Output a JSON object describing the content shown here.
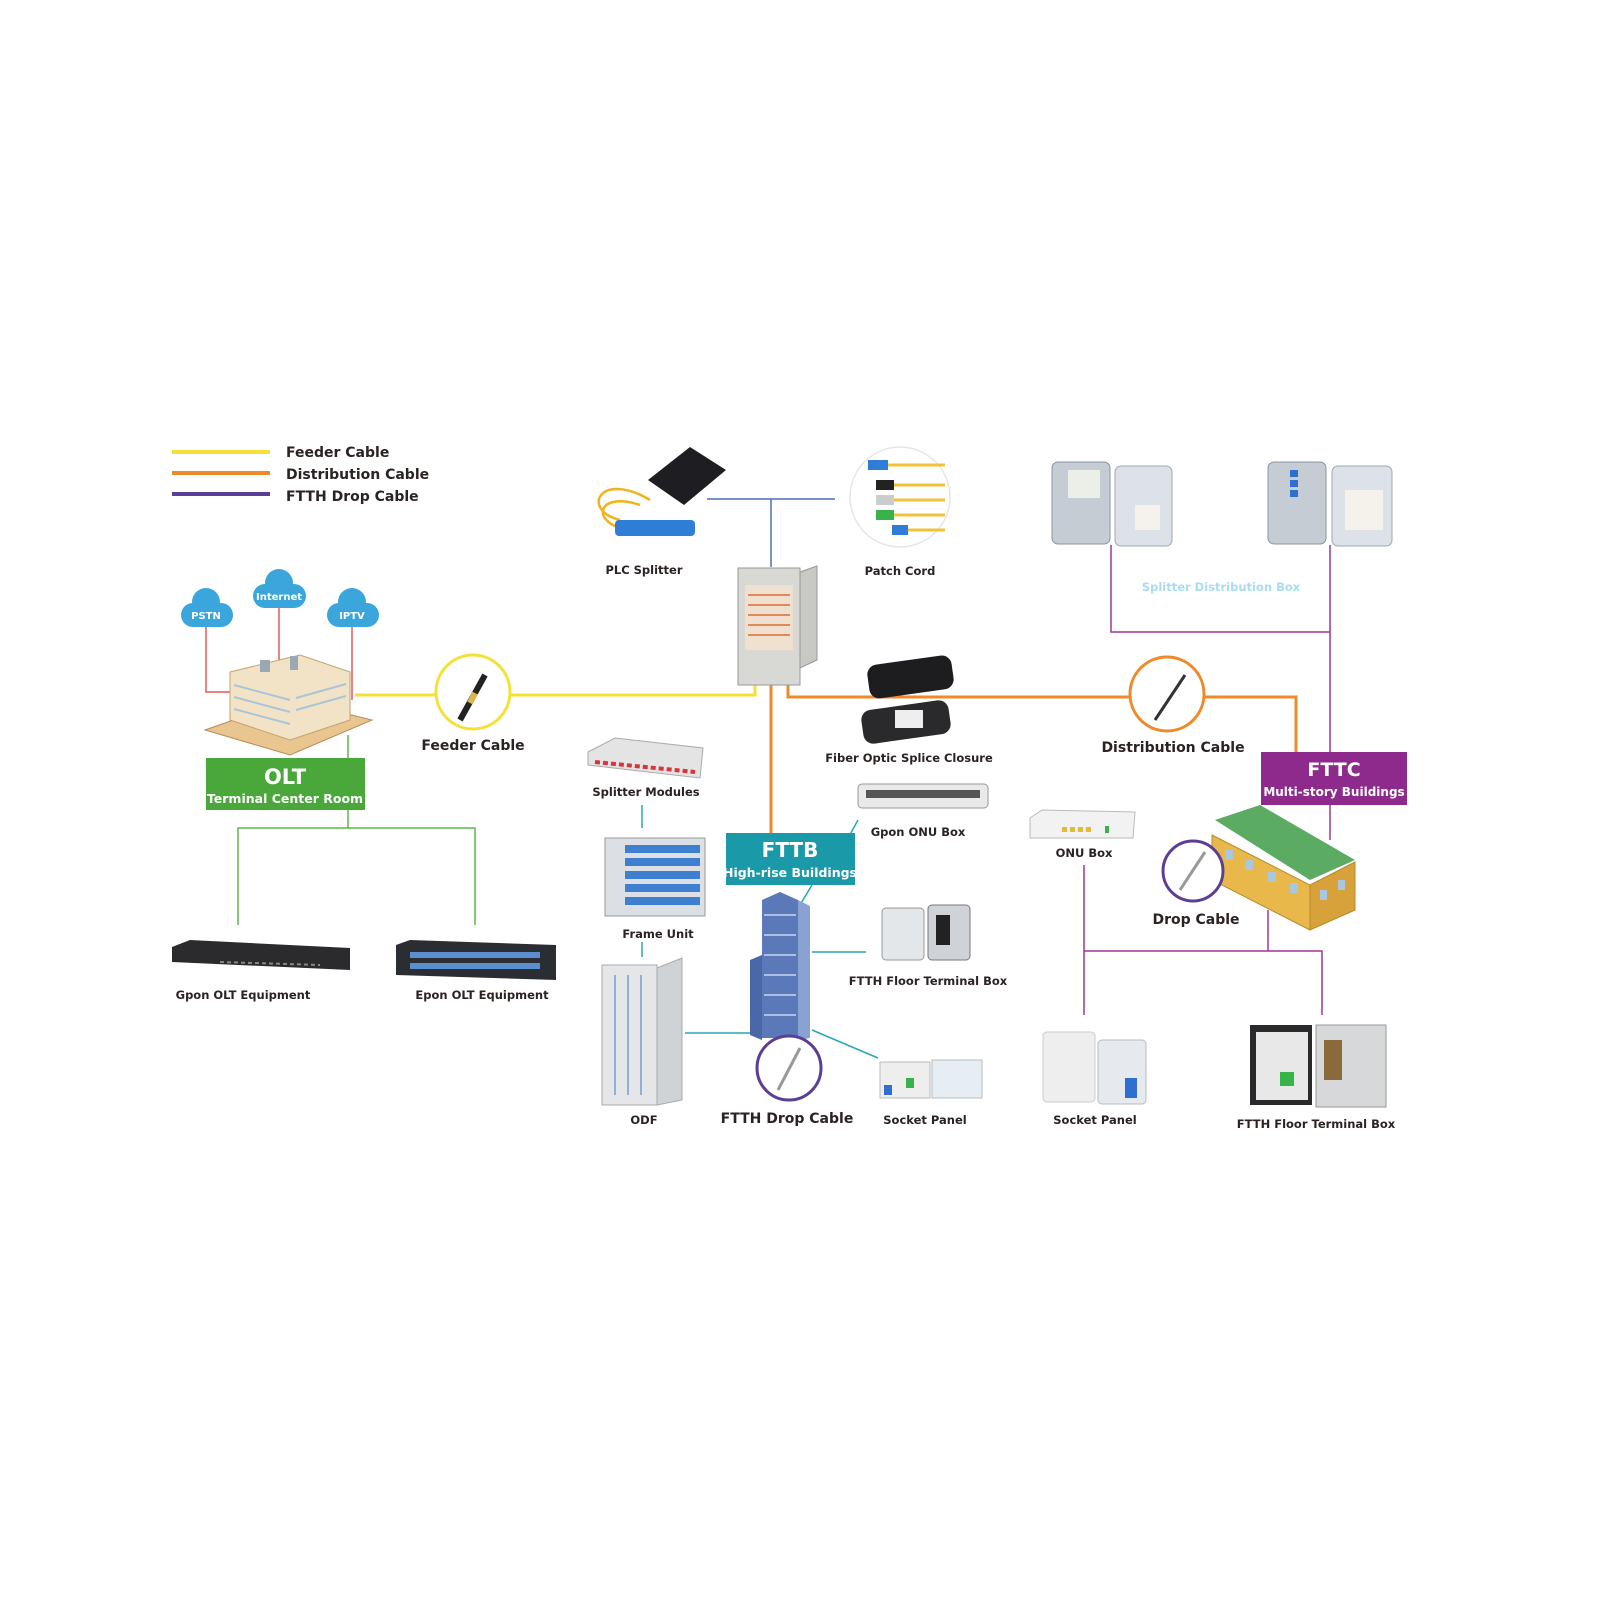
{
  "legend": [
    {
      "label": "Feeder Cable",
      "color": "#f5e135"
    },
    {
      "label": "Distribution Cable",
      "color": "#ee8a2a"
    },
    {
      "label": "FTTH Drop Cable",
      "color": "#5b3f96"
    }
  ],
  "clouds": {
    "pstn": "PSTN",
    "internet": "Internet",
    "iptv": "IPTV"
  },
  "olt": {
    "title": "OLT",
    "subtitle": "Terminal Center Room"
  },
  "fttb": {
    "title": "FTTB",
    "subtitle": "High-rise Buildings"
  },
  "fttc": {
    "title": "FTTC",
    "subtitle": "Multi-story Buildings"
  },
  "labels": {
    "feeder_cable": "Feeder Cable",
    "plc_splitter": "PLC Splitter",
    "patch_cord": "Patch Cord",
    "splitter_distribution_box": "Splitter Distribution Box",
    "fiber_optic_splice_closure": "Fiber Optic Splice Closure",
    "distribution_cable": "Distribution Cable",
    "splitter_modules": "Splitter Modules",
    "gpon_onu_box": "Gpon ONU Box",
    "onu_box": "ONU Box",
    "drop_cable": "Drop Cable",
    "frame_unit": "Frame Unit",
    "ftth_floor_terminal_box": "FTTH Floor Terminal Box",
    "gpon_olt_equipment": "Gpon OLT Equipment",
    "epon_olt_equipment": "Epon OLT Equipment",
    "odf": "ODF",
    "ftth_drop_cable": "FTTH Drop Cable",
    "socket_panel": "Socket Panel",
    "socket_panel_2": "Socket Panel",
    "ftth_floor_terminal_box_2": "FTTH Floor Terminal Box"
  },
  "colors": {
    "feeder": "#f5e135",
    "distribution": "#ee8a2a",
    "drop": "#5b3f96",
    "olt_green": "#4aa83a",
    "fttb_teal": "#1a9aa8",
    "fttc_purple": "#8e2a8c",
    "cloud_blue": "#3aa6dc",
    "sdb_line": "#a0379a"
  }
}
